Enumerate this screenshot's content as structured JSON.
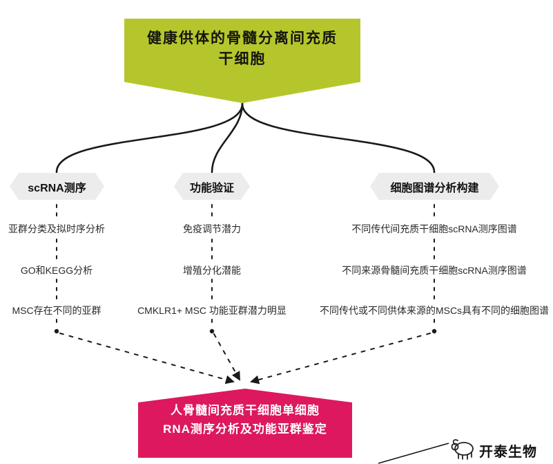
{
  "colors": {
    "green": "#b5c62c",
    "pink": "#dd185e",
    "gray": "#ececec",
    "line": "#1a1a1a"
  },
  "top_node": {
    "line1": "健康供体的骨髓分离间充质",
    "line2": "干细胞"
  },
  "columns": [
    {
      "header": "scRNA测序",
      "items": [
        "亚群分类及拟时序分析",
        "GO和KEGG分析",
        "MSC存在不同的亚群"
      ]
    },
    {
      "header": "功能验证",
      "items": [
        "免疫调节潜力",
        "增殖分化潜能",
        "CMKLR1+ MSC 功能亚群潜力明显"
      ]
    },
    {
      "header": "细胞图谱分析构建",
      "items": [
        "不同传代间充质干细胞scRNA测序图谱",
        "不同来源骨髓间充质干细胞scRNA测序图谱",
        "不同传代或不同供体来源的MSCs具有不同的细胞图谱"
      ]
    }
  ],
  "bottom_node": {
    "line1": "人骨髓间充质干细胞单细胞",
    "line2": "RNA测序分析及功能亚群鉴定"
  },
  "footer": {
    "brand": "开泰生物"
  }
}
